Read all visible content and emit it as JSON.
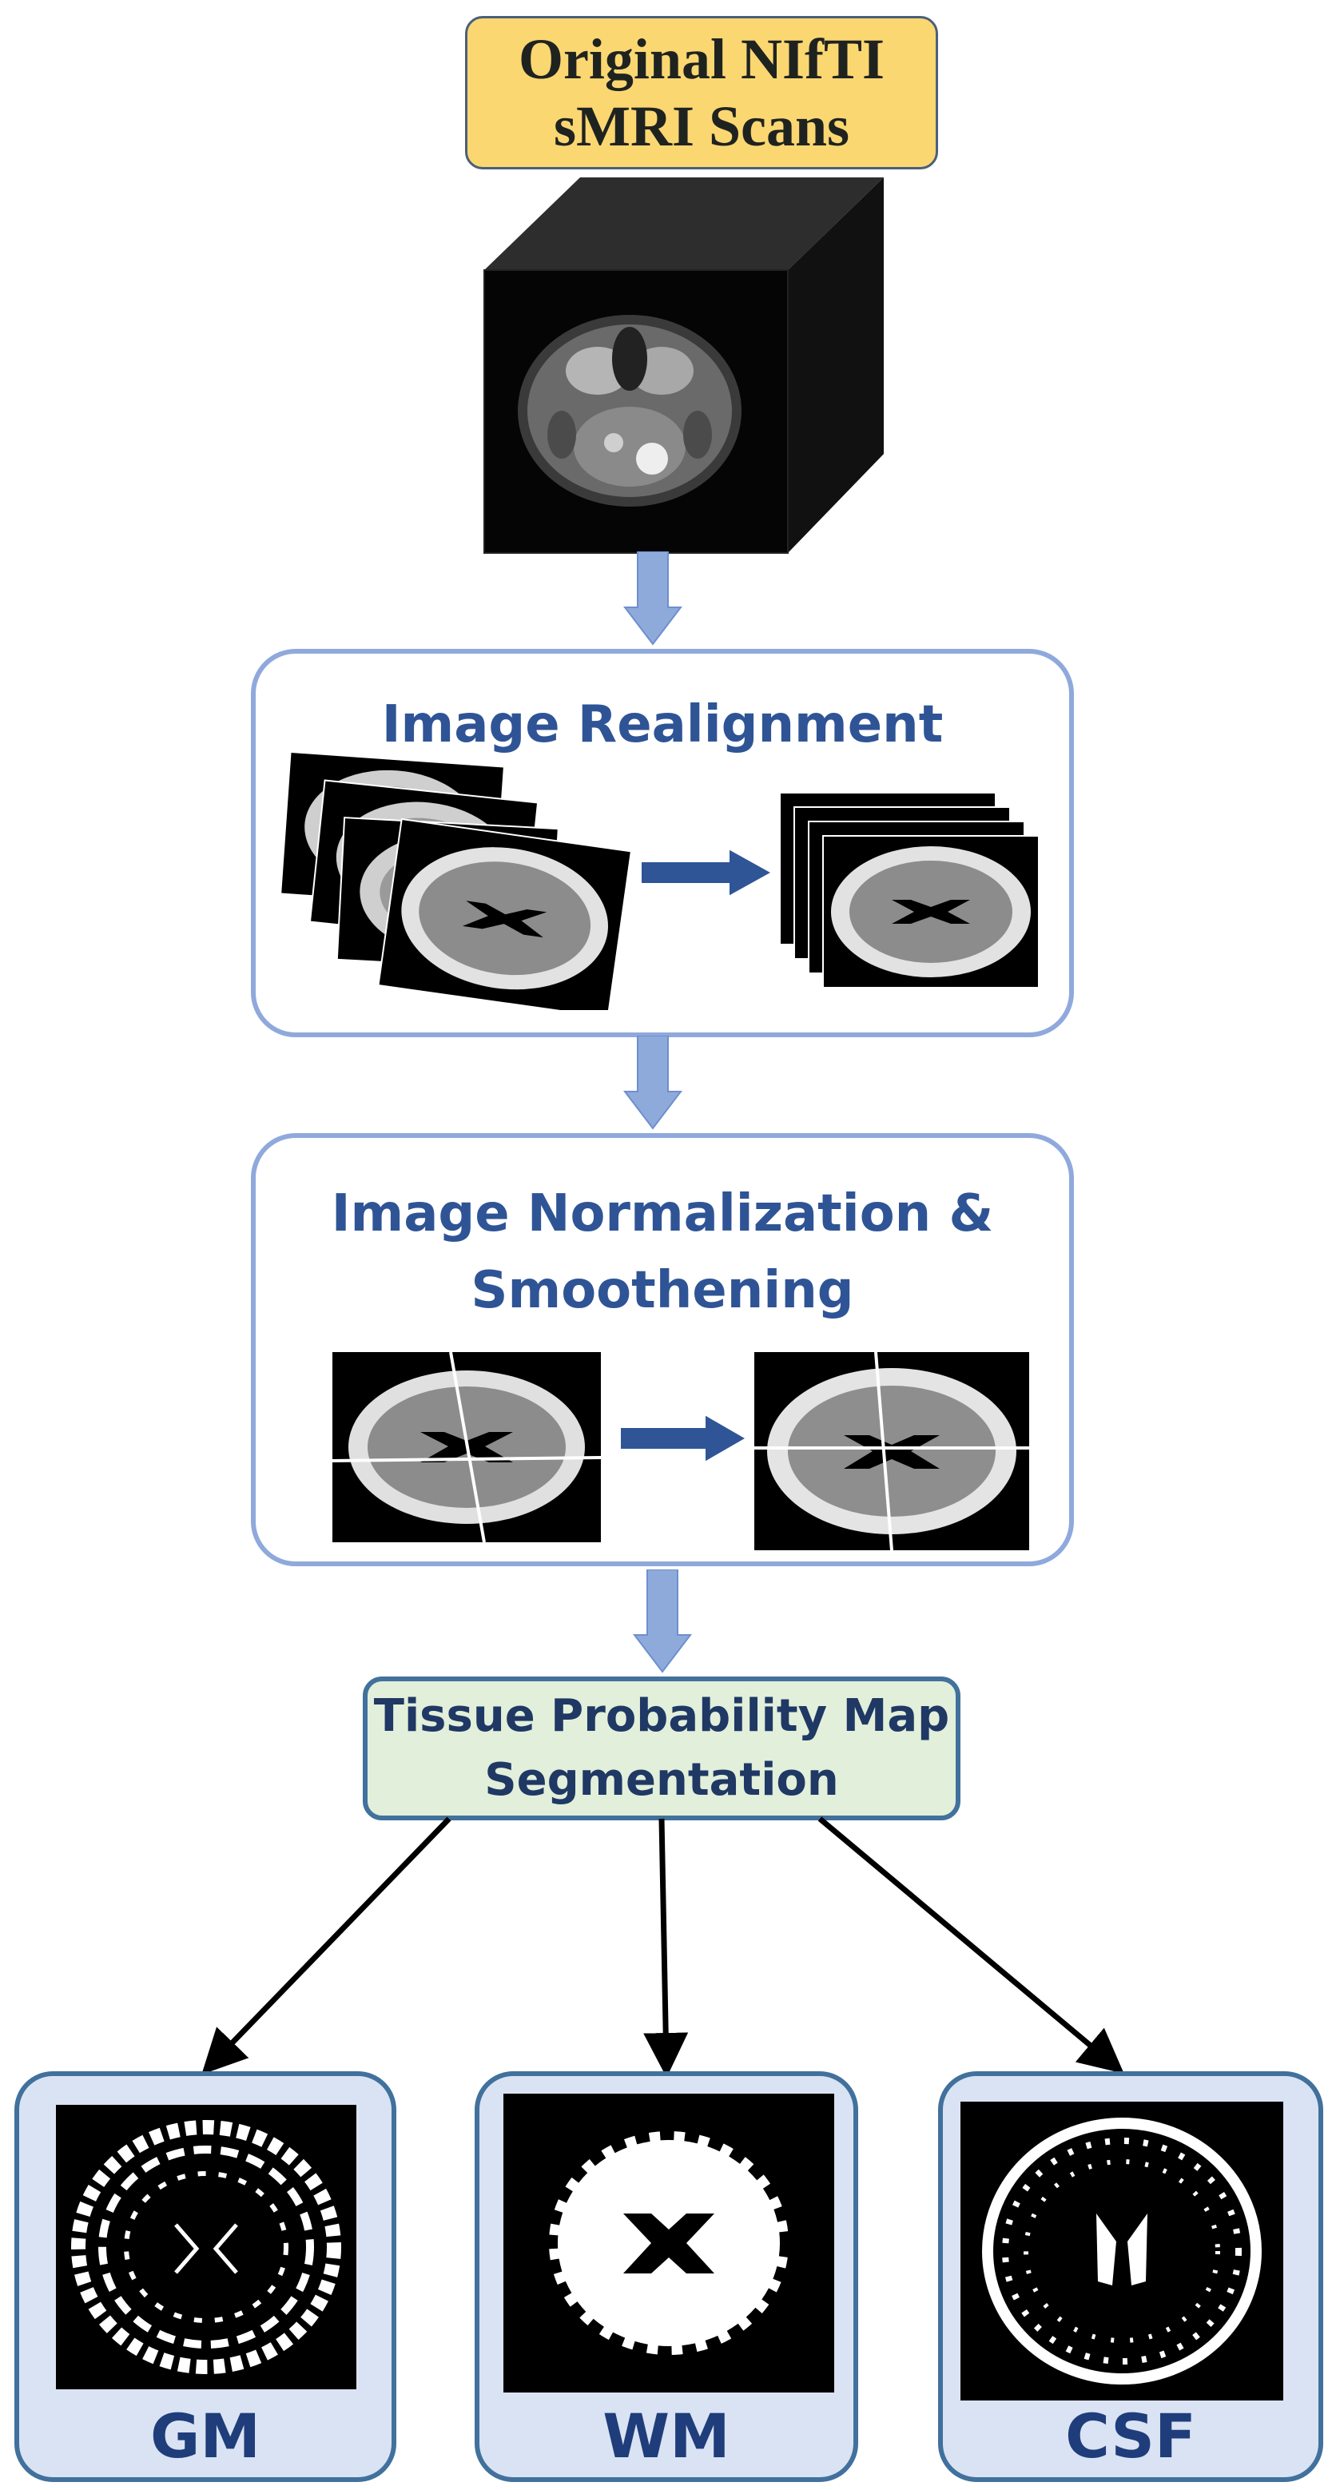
{
  "title": {
    "line1": "Original NIfTI",
    "line2": "sMRI Scans"
  },
  "stages": {
    "realignment": "Image Realignment",
    "normalization_line1": "Image Normalization &",
    "normalization_line2": "Smoothening"
  },
  "segmentation": {
    "line1": "Tissue Probability Map",
    "line2": "Segmentation"
  },
  "outputs": [
    "GM",
    "WM",
    "CSF"
  ],
  "colors": {
    "title_fill": "#fbd772",
    "stage_border": "#8fa9dc",
    "stage_text": "#2f5496",
    "flow_arrow": "#8eaadb",
    "inner_arrow": "#2f5597",
    "seg_fill": "#e2efda",
    "output_fill": "#dae3f3",
    "output_border": "#41719c"
  }
}
